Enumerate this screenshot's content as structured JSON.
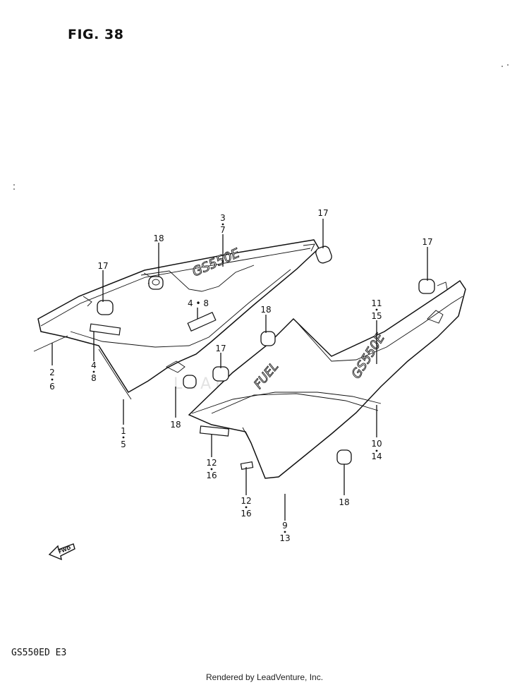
{
  "figure": {
    "title": "FIG. 38",
    "model": "GS550ED E3"
  },
  "footer": {
    "credit": "Rendered by LeadVenture, Inc."
  },
  "watermark": {
    "text": "LEADVENTURE"
  },
  "decals": {
    "left_cover": "GS550E",
    "right_cover": "GS550E",
    "fuel_label": "FUEL"
  },
  "fwd_arrow": {
    "text": "FWD"
  },
  "callouts": [
    {
      "id": "c-3-7",
      "top": "3",
      "bottom": "7"
    },
    {
      "id": "c-17-a",
      "top": "17"
    },
    {
      "id": "c-18-a",
      "top": "18"
    },
    {
      "id": "c-17-b",
      "top": "17"
    },
    {
      "id": "c-17-c",
      "top": "17"
    },
    {
      "id": "c-4-8-top",
      "top": "4 • 8"
    },
    {
      "id": "c-11-15",
      "top": "11",
      "bottom": "15"
    },
    {
      "id": "c-18-b",
      "top": "18"
    },
    {
      "id": "c-17-d",
      "top": "17"
    },
    {
      "id": "c-2-6",
      "top": "2",
      "bottom": "6"
    },
    {
      "id": "c-4-8-low",
      "top": "4",
      "bottom": "8"
    },
    {
      "id": "c-18-c",
      "top": "18"
    },
    {
      "id": "c-1-5",
      "top": "1",
      "bottom": "5"
    },
    {
      "id": "c-10-14",
      "top": "10",
      "bottom": "14"
    },
    {
      "id": "c-12-16-a",
      "top": "12",
      "bottom": "16"
    },
    {
      "id": "c-12-16-b",
      "top": "12",
      "bottom": "16"
    },
    {
      "id": "c-18-d",
      "top": "18"
    },
    {
      "id": "c-9-13",
      "top": "9",
      "bottom": "13"
    }
  ]
}
